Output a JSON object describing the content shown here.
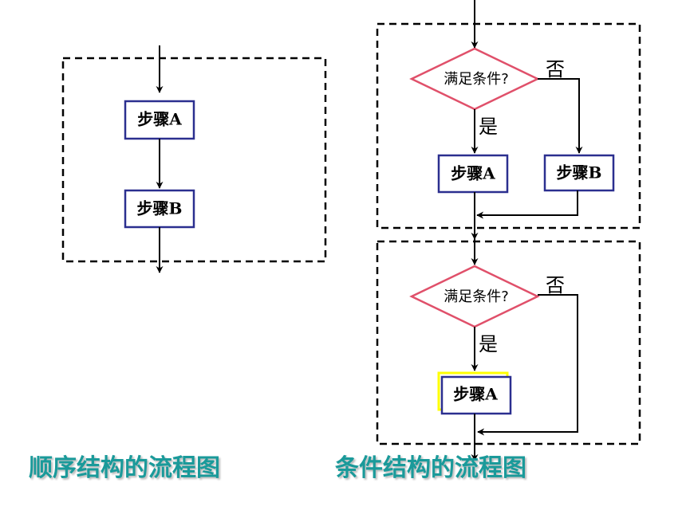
{
  "sequence": {
    "step_a": "步骤A",
    "step_b": "步骤B",
    "caption": "顺序结构的流程图"
  },
  "conditional": {
    "selection": {
      "condition": "满足条件?",
      "yes_label": "是",
      "no_label": "否",
      "step_a": "步骤A",
      "step_b": "步骤B"
    },
    "loop": {
      "condition": "满足条件?",
      "yes_label": "是",
      "no_label": "否",
      "step_a": "步骤A"
    },
    "caption": "条件结构的流程图"
  },
  "colors": {
    "box_border": "#2b2f8f",
    "diamond_border": "#e0506a",
    "highlight": "#ffff00",
    "caption": "#1a9a9a"
  }
}
